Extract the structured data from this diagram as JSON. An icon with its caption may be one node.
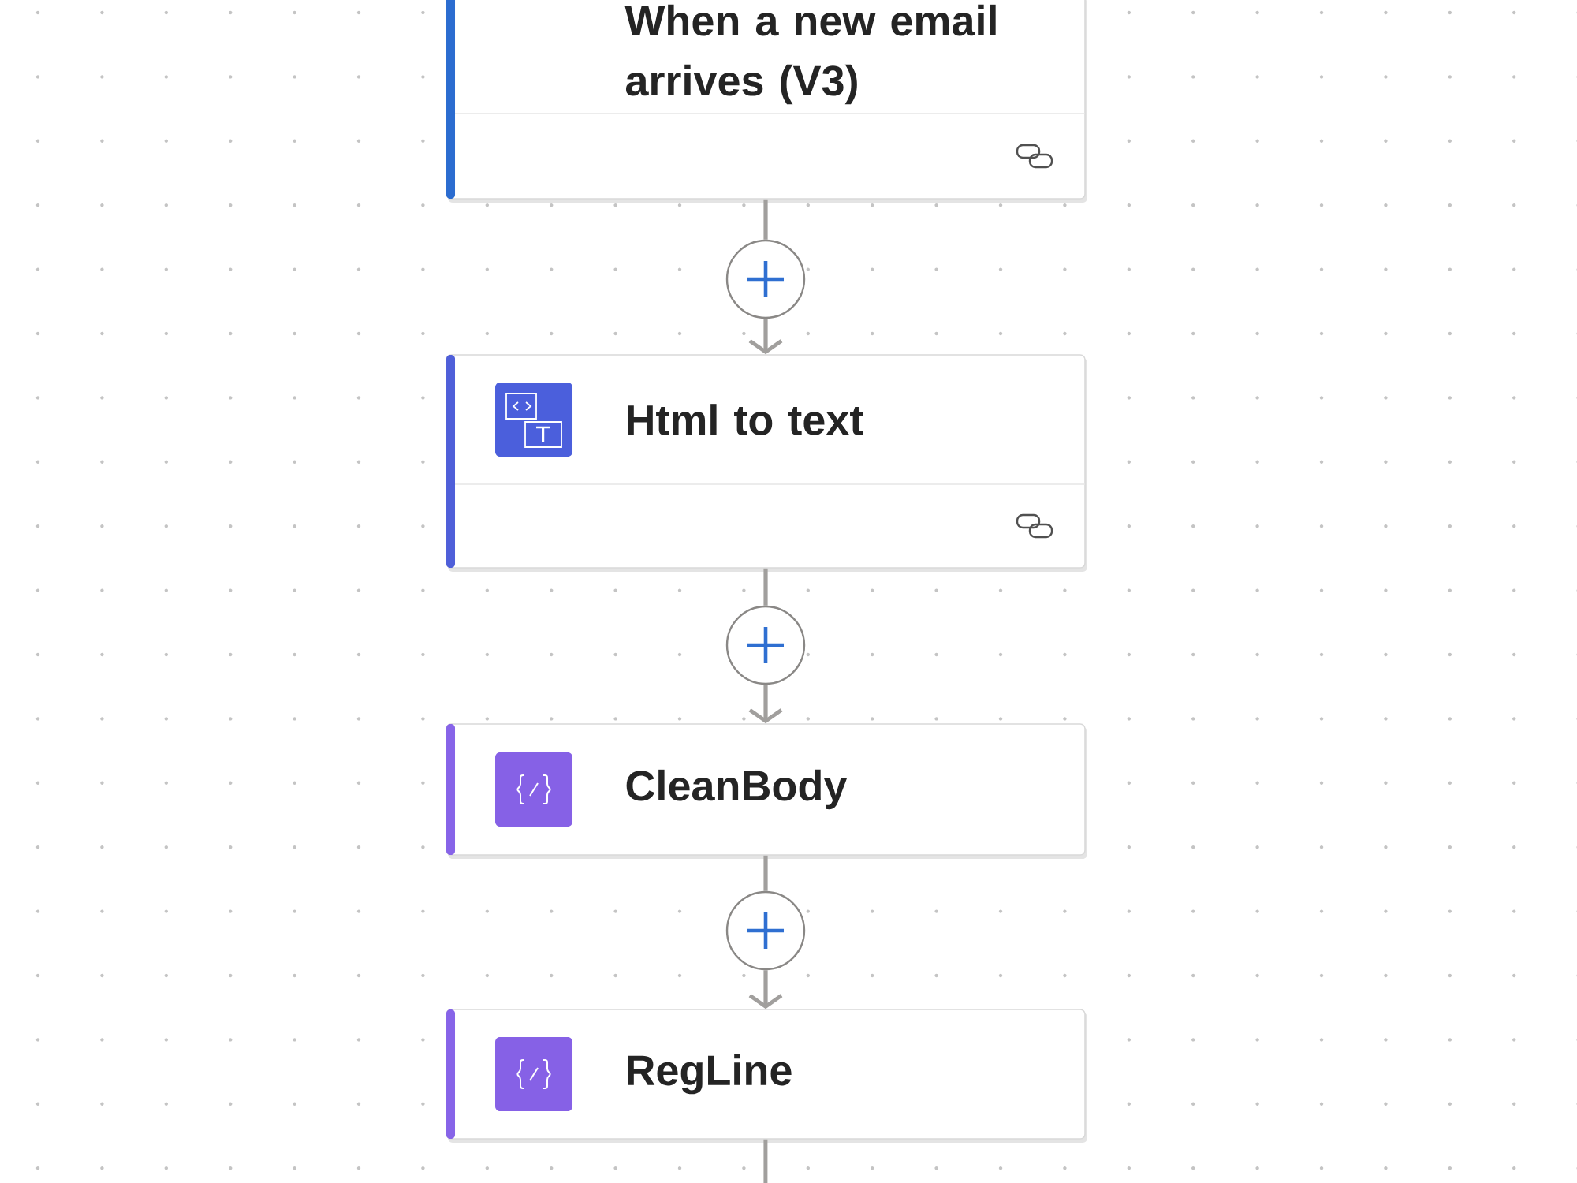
{
  "diagram": {
    "nodes": [
      {
        "text": [
          "When a new email arrives (V3)"
        ]
      },
      {
        "text": [],
        "shape": "circle"
      },
      {
        "text": [
          "Html to text"
        ]
      },
      {
        "text": [],
        "shape": "circle"
      },
      {
        "text": [
          "CleanBody"
        ]
      },
      {
        "text": [],
        "shape": "circle"
      },
      {
        "text": [
          "RegLine"
        ]
      }
    ],
    "edges": [
      {
        "from": 0,
        "to": 1,
        "arrow": "none"
      },
      {
        "from": 1,
        "to": 2,
        "arrow": "to"
      },
      {
        "from": 2,
        "to": 3,
        "arrow": "none"
      },
      {
        "from": 3,
        "to": 4,
        "arrow": "to"
      },
      {
        "from": 4,
        "to": 5,
        "arrow": "none"
      },
      {
        "from": 5,
        "to": 6,
        "arrow": "to"
      },
      {
        "from": 6,
        "to": null,
        "arrow": "none"
      }
    ]
  }
}
